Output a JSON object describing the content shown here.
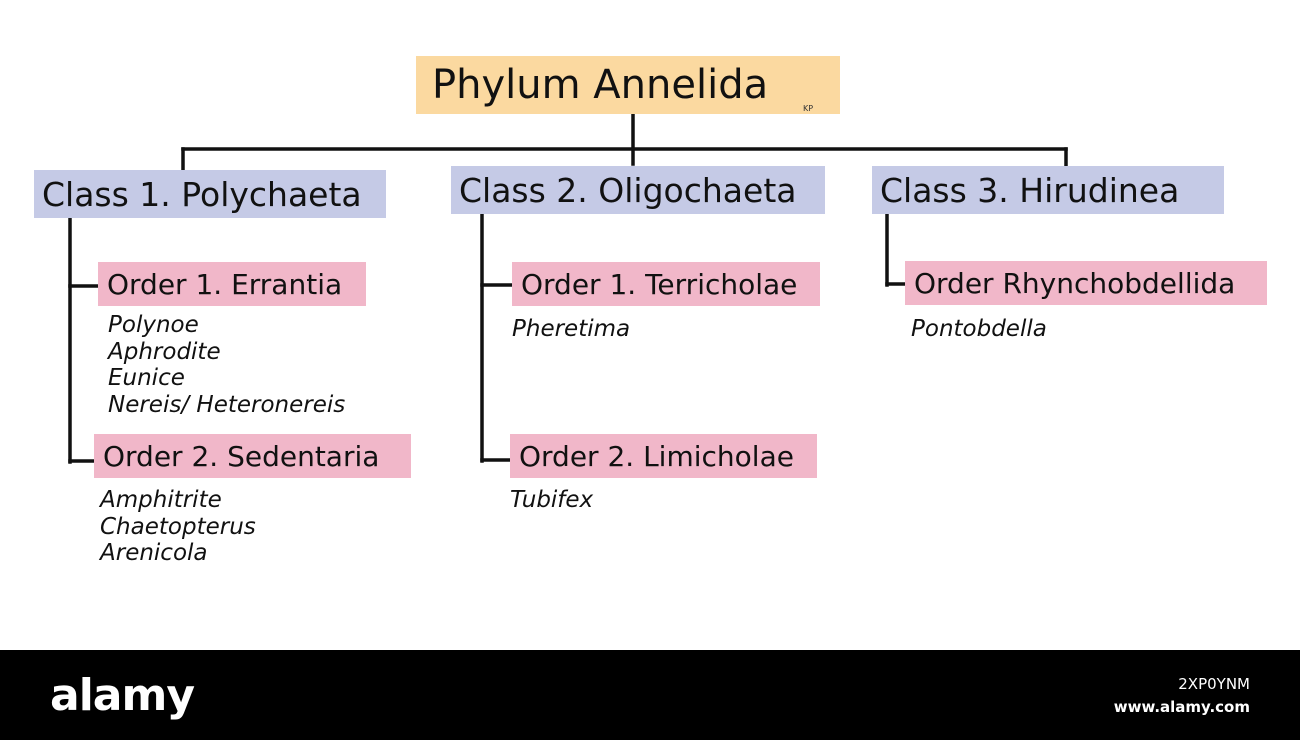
{
  "colors": {
    "root_bg": "#fbd9a0",
    "class_bg": "#c5cae6",
    "order_bg": "#f1b7c9",
    "line": "#111111",
    "footer_bg": "#000000"
  },
  "diagram": {
    "root": "Phylum Annelida",
    "marker": "KP",
    "classes": [
      {
        "label": "Class 1. Polychaeta",
        "orders": [
          {
            "label": "Order 1. Errantia",
            "genera": [
              "Polynoe",
              "Aphrodite",
              "Eunice",
              "Nereis/ Heteronereis"
            ]
          },
          {
            "label": "Order 2. Sedentaria",
            "genera": [
              "Amphitrite",
              "Chaetopterus",
              "Arenicola"
            ]
          }
        ]
      },
      {
        "label": "Class 2. Oligochaeta",
        "orders": [
          {
            "label": "Order 1. Terricholae",
            "genera": [
              "Pheretima"
            ]
          },
          {
            "label": "Order 2. Limicholae",
            "genera": [
              "Tubifex"
            ]
          }
        ]
      },
      {
        "label": "Class 3. Hirudinea",
        "orders": [
          {
            "label": "Order Rhynchobdellida",
            "genera": [
              "Pontobdella"
            ]
          }
        ]
      }
    ]
  },
  "footer": {
    "logo": "alamy",
    "image_id": "2XP0YNM",
    "site": "www.alamy.com"
  }
}
